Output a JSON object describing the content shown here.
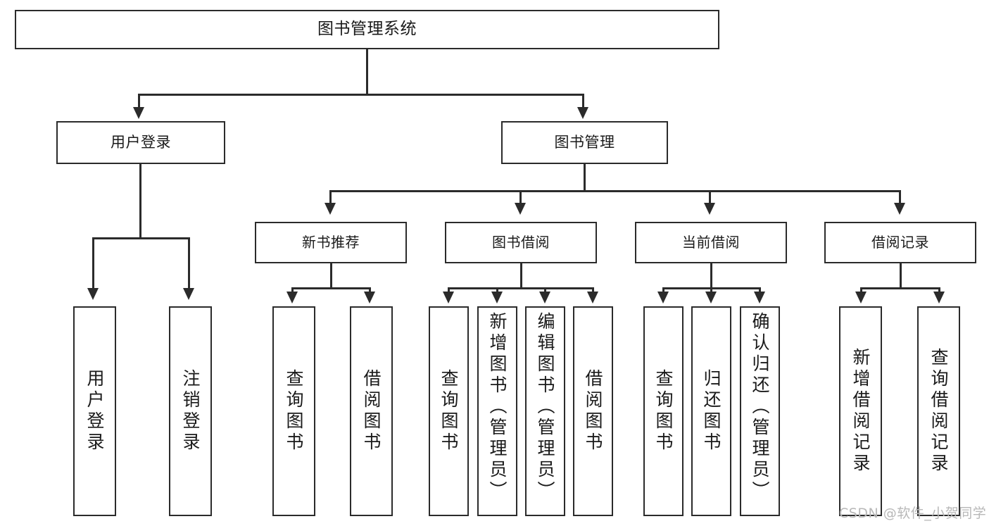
{
  "diagram": {
    "title": "图书管理系统",
    "type": "tree-hierarchy-chart",
    "root": {
      "label": "图书管理系统"
    },
    "level2": [
      {
        "label": "用户登录"
      },
      {
        "label": "图书管理"
      }
    ],
    "level3": [
      {
        "label": "新书推荐"
      },
      {
        "label": "图书借阅"
      },
      {
        "label": "当前借阅"
      },
      {
        "label": "借阅记录"
      }
    ],
    "leaves": {
      "user_login": [
        {
          "label": "用户登录"
        },
        {
          "label": "注销登录"
        }
      ],
      "new_book_recommend": [
        {
          "label": "查询图书"
        },
        {
          "label": "借阅图书"
        }
      ],
      "book_borrow": [
        {
          "label": "查询图书"
        },
        {
          "label": "新增图书（管理员）"
        },
        {
          "label": "编辑图书（管理员）"
        },
        {
          "label": "借阅图书"
        }
      ],
      "current_borrow": [
        {
          "label": "查询图书"
        },
        {
          "label": "归还图书"
        },
        {
          "label": "确认归还（管理员）"
        }
      ],
      "borrow_record": [
        {
          "label": "新增借阅记录"
        },
        {
          "label": "查询借阅记录"
        }
      ]
    }
  },
  "watermark": {
    "text": "CSDN @软件_小贺同学"
  },
  "colors": {
    "stroke": "#2b2b2b",
    "background": "#ffffff",
    "text": "#1a1a1a",
    "watermark": "#b8b8b8"
  }
}
